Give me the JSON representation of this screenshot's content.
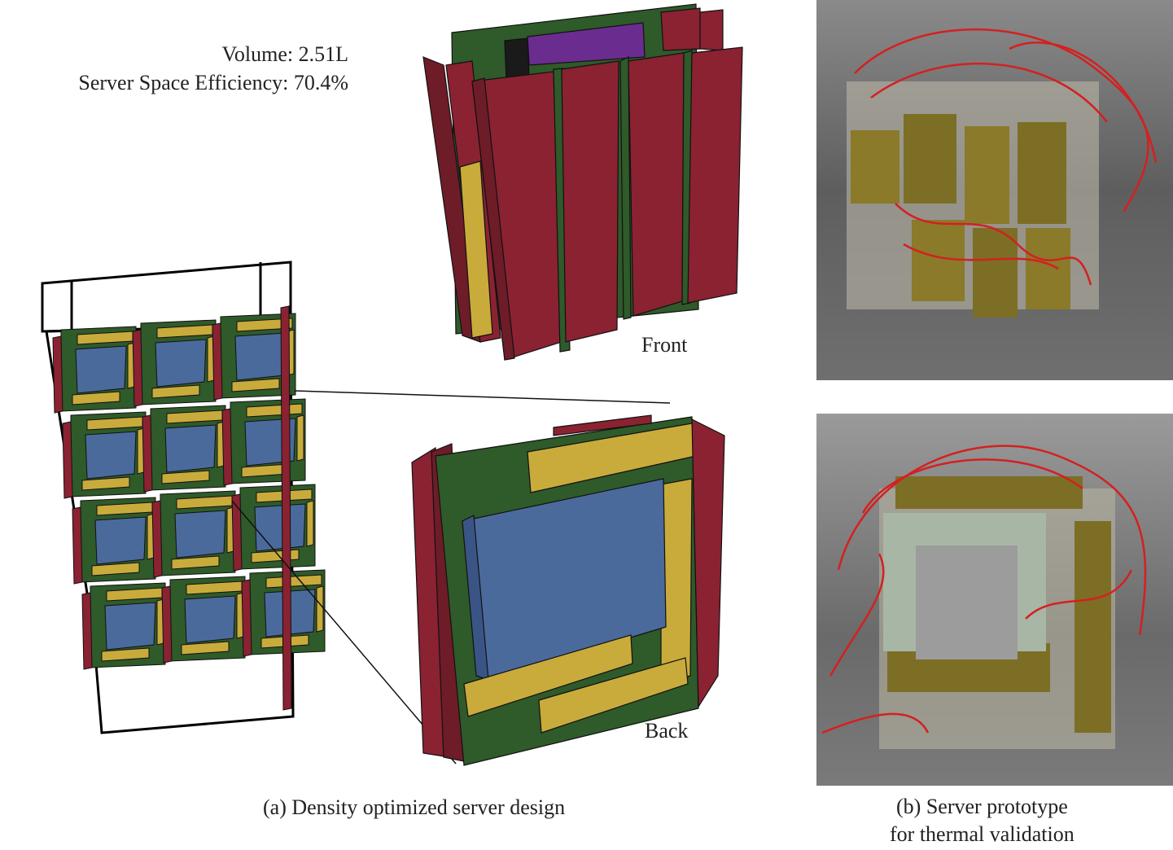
{
  "figure": {
    "panel_a": {
      "volume": "Volume: 2.51L",
      "efficiency": "Server Space Efficiency: 70.4%",
      "front_label": "Front",
      "back_label": "Back",
      "caption": "(a) Density optimized server design"
    },
    "panel_b": {
      "caption_line1": "(b) Server prototype",
      "caption_line2": "for thermal validation"
    },
    "colors": {
      "board_green": "#2f5a2a",
      "slab_red": "#8a2232",
      "bar_yellow": "#c9ab3c",
      "chip_blue": "#4b6a9c",
      "purple": "#6a2d8f"
    }
  }
}
